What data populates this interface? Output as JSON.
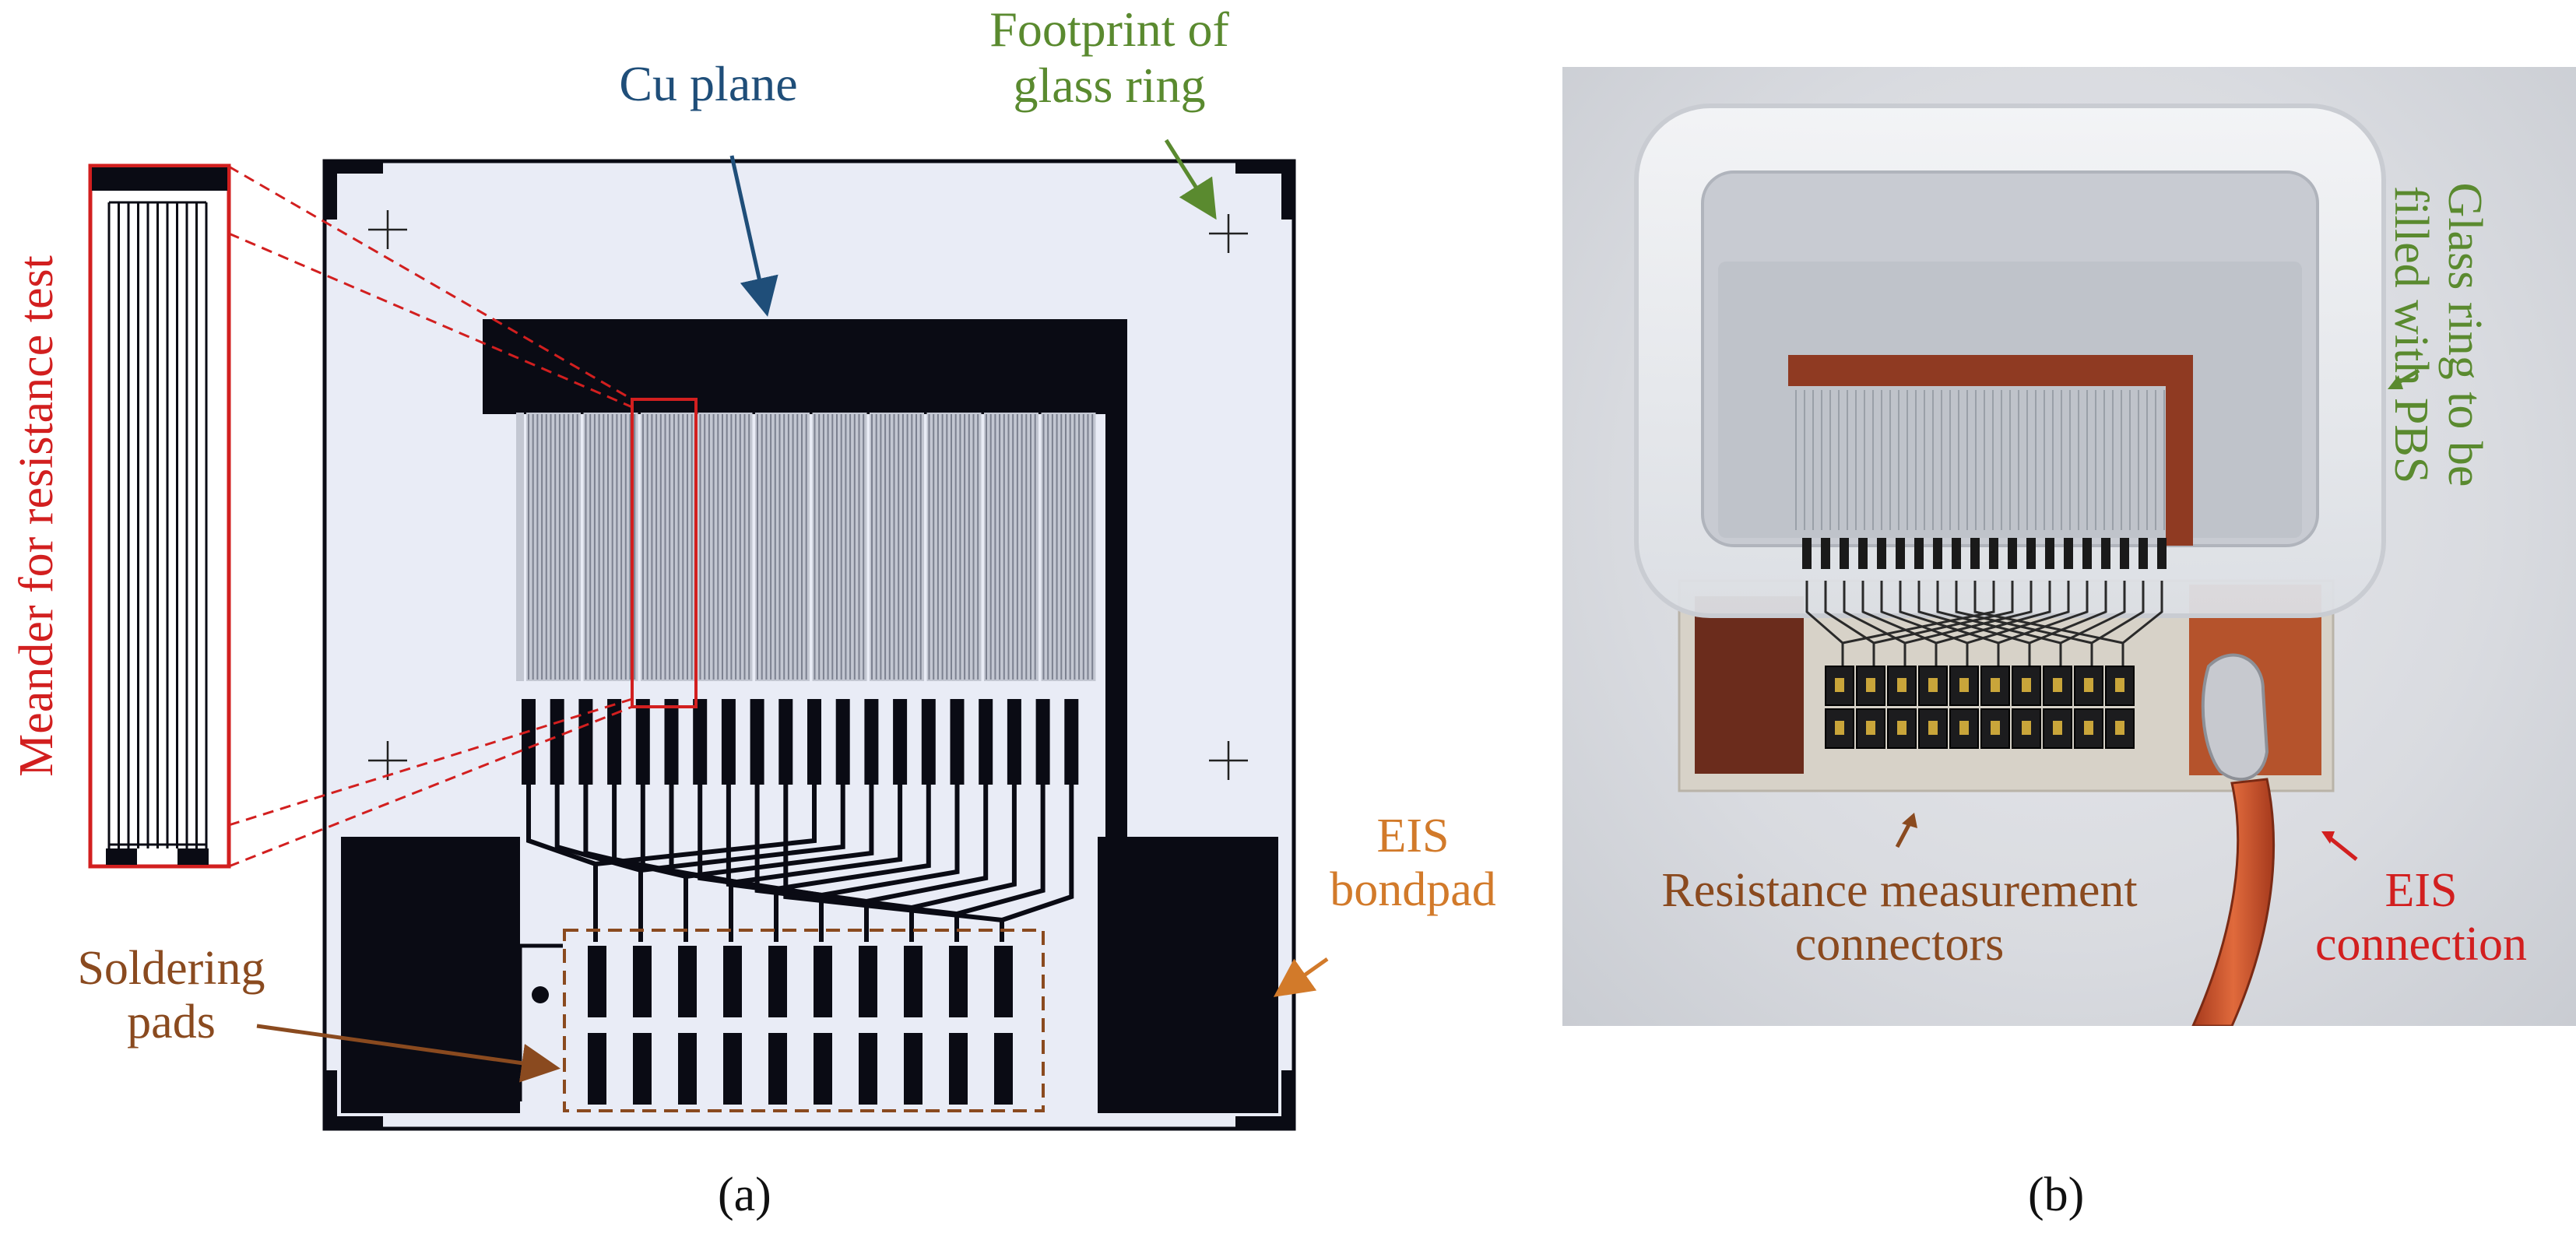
{
  "colors": {
    "cu": "#0a0b14",
    "substrate": "#e9ecf6",
    "meander_red": "#d21f1f",
    "cu_plane_blue": "#1f4e79",
    "glass_green": "#5a8a2f",
    "eis_orange": "#d27a2a",
    "solder_brown": "#8a4a1f",
    "photo_bg": "#d9dbe0",
    "copper_film": "#b5532c"
  },
  "panel_a": {
    "caption": "(a)",
    "labels": {
      "cu_plane": "Cu plane",
      "footprint_line1": "Footprint of",
      "footprint_line2": "glass ring",
      "meander": "Meander for resistance test",
      "eis_line1": "EIS",
      "eis_line2": "bondpad",
      "soldering_line1": "Soldering",
      "soldering_line2": "pads"
    }
  },
  "panel_b": {
    "caption": "(b)",
    "labels": {
      "glass_line1": "Glass ring to be",
      "glass_line2": "filled with PBS",
      "resistance_line1": "Resistance measurement",
      "resistance_line2": "connectors",
      "eis_conn_line1": "EIS",
      "eis_conn_line2": "connection"
    }
  }
}
